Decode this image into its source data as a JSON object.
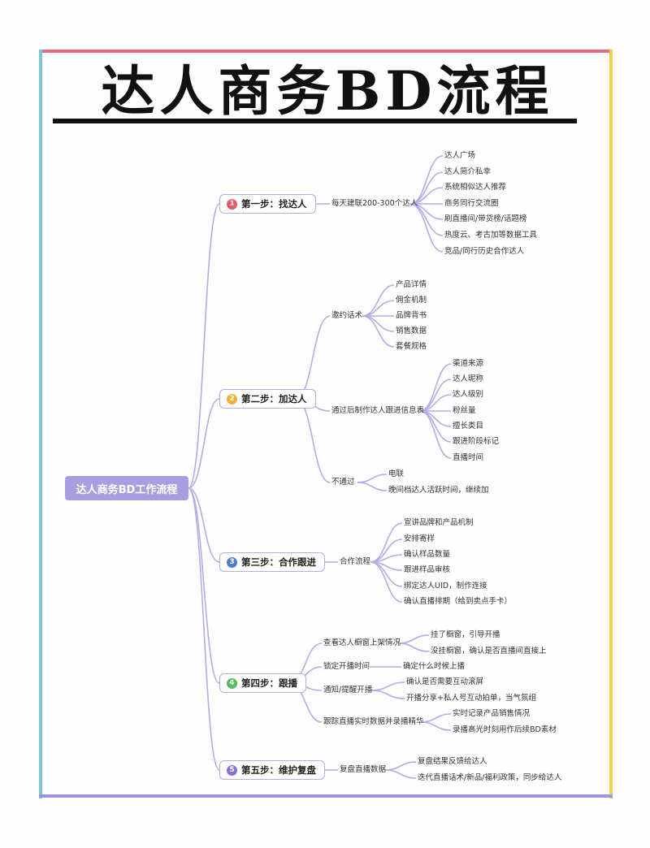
{
  "title": "达人商务BD流程",
  "root": "达人商务BD工作流程",
  "colors": {
    "link": "#b5ace6",
    "step1": "#e8586a",
    "step2": "#f0b03a",
    "step3": "#4e7fcf",
    "step4": "#5cb85c",
    "step5": "#8c6fd0"
  },
  "steps": [
    {
      "num": "1",
      "label": "第一步：找达人"
    },
    {
      "num": "2",
      "label": "第二步：加达人"
    },
    {
      "num": "3",
      "label": "第三步：合作跟进"
    },
    {
      "num": "4",
      "label": "第四步：跟播"
    },
    {
      "num": "5",
      "label": "第五步：维护复盘"
    }
  ],
  "s1": {
    "mid": "每天建联200-300个达人",
    "leaves": [
      "达人广场",
      "达人简介私幸",
      "系统相似达人推荐",
      "商务同行交流圈",
      "刷直播间/带货榜/话题榜",
      "热度云、考古加等数据工具",
      "竞品/同行历史合作达人"
    ]
  },
  "s2": {
    "a": {
      "mid": "邀约话术",
      "leaves": [
        "产品详情",
        "佣金机制",
        "品牌背书",
        "销售数据",
        "套餐规格"
      ]
    },
    "b": {
      "mid": "通过后制作达人跟进信息表",
      "leaves": [
        "渠道来源",
        "达人昵称",
        "达人级别",
        "粉丝量",
        "擅长类目",
        "跟进阶段标记",
        "直播时间"
      ]
    },
    "c": {
      "mid": "不通过",
      "leaves": [
        "电联",
        "晚间档达人活跃时间，继续加"
      ]
    }
  },
  "s3": {
    "mid": "合作流程",
    "leaves": [
      "宣讲品牌和产品机制",
      "安排寄样",
      "确认样品数量",
      "跟进样品审核",
      "绑定达人UID，制作连接",
      "确认直播排期（给到卖点手卡）"
    ]
  },
  "s4": {
    "a": {
      "mid": "查看达人橱窗上架情况",
      "leaves": [
        "挂了橱窗，引导开播",
        "没挂橱窗，确认是否直播间直接上"
      ]
    },
    "b": {
      "mid": "锁定开播时间",
      "leaves": [
        "确定什么时候上播"
      ]
    },
    "c": {
      "mid": "通知/提醒开播",
      "leaves": [
        "确认是否需要互动滚屏",
        "开播分享+私人号互动拍单，当气氛组"
      ]
    },
    "d": {
      "mid": "跟踪直播实时数据并录播精华",
      "leaves": [
        "实时记录产品销售情况",
        "录播高光时刻用作后续BD素材"
      ]
    }
  },
  "s5": {
    "mid": "复盘直播数据",
    "leaves": [
      "复盘结果反馈给达人",
      "迭代直播话术/新品/福利政策，同步给达人"
    ]
  }
}
